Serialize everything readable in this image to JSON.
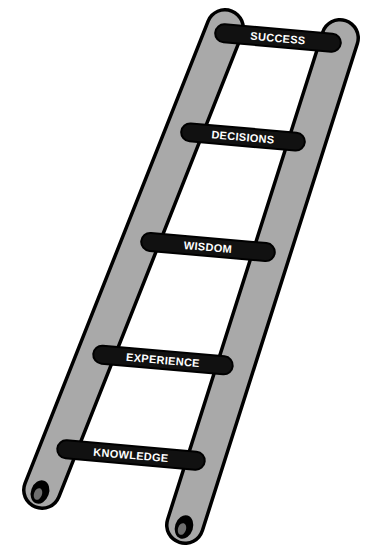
{
  "diagram": {
    "nodes": [
      {
        "text": [
          "SUCCESS"
        ]
      },
      {
        "text": [
          "DECISIONS"
        ]
      },
      {
        "text": [
          "WISDOM"
        ]
      },
      {
        "text": [
          "EXPERIENCE"
        ]
      },
      {
        "text": [
          "KNOWLEDGE"
        ]
      }
    ]
  }
}
